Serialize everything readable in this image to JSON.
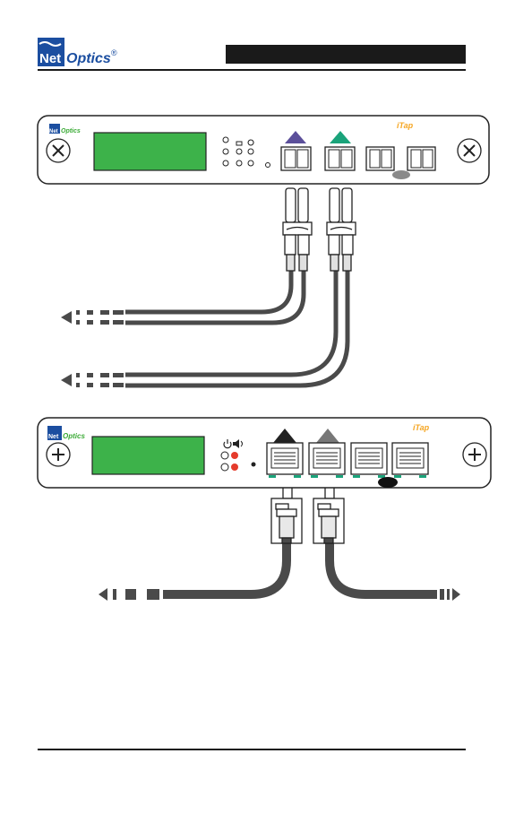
{
  "header": {
    "logo_net": "Net",
    "logo_optics": "Optics",
    "logo_reg": "®",
    "title_bar_text": ""
  },
  "fiber_tap": {
    "brand_net": "Net",
    "brand_optics": "Optics",
    "product_name": "iTap",
    "port_arrow_colors": [
      "#5b4f9a",
      "#1aa37a"
    ]
  },
  "copper_tap": {
    "brand_net": "Net",
    "brand_optics": "Optics",
    "product_name": "iTap",
    "port_arrow_colors": [
      "#222222",
      "#777777"
    ]
  },
  "colors": {
    "lcd": "#3db24a",
    "logo_blue": "#1b4ea0",
    "logo_green": "#3aaa35",
    "itap_orange": "#f5a623",
    "led_red": "#e53b2c",
    "cable": "#555555"
  }
}
